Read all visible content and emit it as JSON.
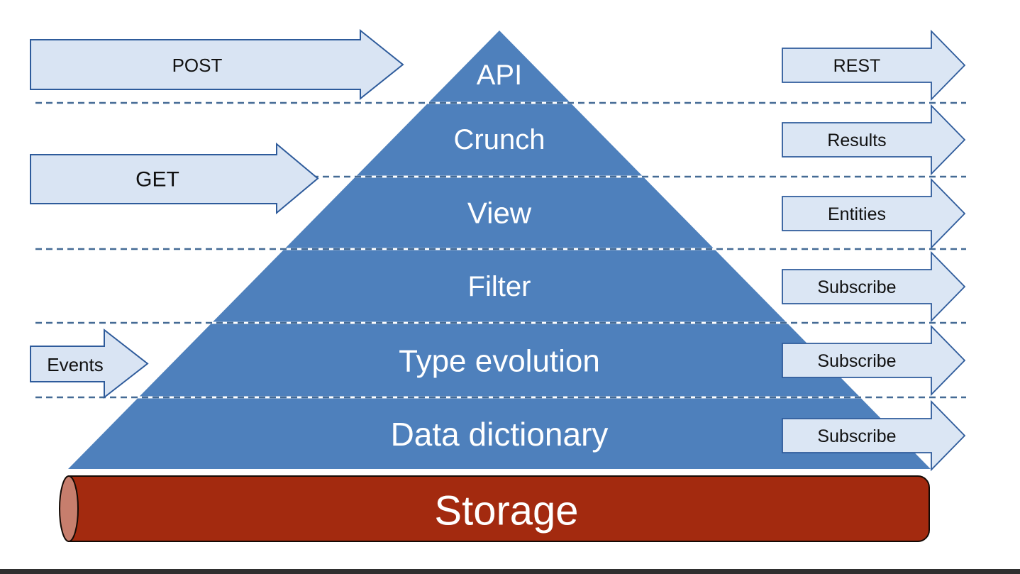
{
  "diagram": {
    "pyramid": {
      "layers": [
        {
          "label": "API"
        },
        {
          "label": "Crunch"
        },
        {
          "label": "View"
        },
        {
          "label": "Filter"
        },
        {
          "label": "Type evolution"
        },
        {
          "label": "Data dictionary"
        }
      ],
      "fill_color": "#4e80bc",
      "label_color": "#ffffff"
    },
    "storage": {
      "label": "Storage",
      "body_color": "#a32a0f",
      "cap_color": "#c77e6d"
    },
    "left_arrows": [
      {
        "label": "POST"
      },
      {
        "label": "GET"
      },
      {
        "label": "Events"
      }
    ],
    "right_arrows": [
      {
        "label": "REST"
      },
      {
        "label": "Results"
      },
      {
        "label": "Entities"
      },
      {
        "label": "Subscribe"
      },
      {
        "label": "Subscribe"
      },
      {
        "label": "Subscribe"
      }
    ],
    "arrow_fill_color": "#d9e4f3",
    "arrow_border_color": "#2e5b9b",
    "dashed_line_color": "#456b95",
    "arrow_label_color": "#111111"
  }
}
